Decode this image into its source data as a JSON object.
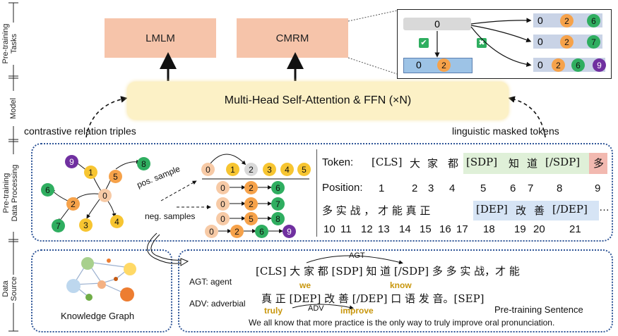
{
  "sections": {
    "tasks": "Pre-training\nTasks",
    "model": "Model",
    "processing": "Pre-training\nData Processing",
    "source": "Data\nSource"
  },
  "tasks": {
    "lmlm": "LMLM",
    "cmrm": "CMRM"
  },
  "model_label": "Multi-Head Self-Attention & FFN (×N)",
  "captions": {
    "left": "contrastive relation triples",
    "right": "linguistic masked tokens"
  },
  "inset": {
    "root": "0",
    "good": [
      "0",
      "2"
    ],
    "bad1": [
      "0",
      "2",
      "6"
    ],
    "bad2": [
      "0",
      "2",
      "7"
    ],
    "bad3": [
      "0",
      "2",
      "6",
      "9"
    ],
    "check": "✔",
    "cross": "✖"
  },
  "graph_nodes": [
    "9",
    "1",
    "5",
    "8",
    "0",
    "6",
    "2",
    "7",
    "3",
    "4"
  ],
  "samples": {
    "pos_label": "pos. sample",
    "neg_label": "neg. samples",
    "seq": [
      "0",
      "1",
      "2",
      "3",
      "4",
      "5"
    ],
    "pos": [
      "0",
      "2",
      "6"
    ],
    "neg1": [
      "0",
      "2",
      "7"
    ],
    "neg2": [
      "0",
      "5",
      "8"
    ],
    "neg3": [
      "0",
      "2",
      "6",
      "9"
    ]
  },
  "tokens": {
    "token_label": "Token:",
    "t_cls": "[CLS]",
    "t1": "大",
    "t2": "家",
    "t3": "都",
    "t_sdp": "[SDP]",
    "t4": "知",
    "t5": "道",
    "t_esdp": "[/SDP]",
    "t6": "多",
    "position_label": "Position:",
    "positions1": [
      "1",
      "2",
      "3",
      "4",
      "5",
      "6",
      "7",
      "8",
      "9"
    ],
    "row3": "多 实 战 ，  才  能  真  正",
    "t_dep": "[DEP]",
    "t7": "改",
    "t8": "善",
    "t_edep": "[/DEP]",
    "ellipsis": "…",
    "positions2": [
      "10",
      "11",
      "12",
      "13",
      "14",
      "15",
      "16",
      "17",
      "18",
      "19",
      "20",
      "21"
    ]
  },
  "kg_label": "Knowledge Graph",
  "sentence": {
    "line1": "[CLS] 大 家 都 [SDP]  知 道  [/SDP]  多 多 实 战，才 能",
    "line2": "真 正  [DEP]  改 善  [/DEP]  口 语 发 音。[SEP]",
    "agt_legend": "AGT: agent",
    "adv_legend": "ADV: adverbial",
    "agt_arc": "AGT",
    "adv_arc": "ADV",
    "we": "we",
    "know": "know",
    "truly": "truly",
    "improve": "improve",
    "title": "Pre-training Sentence",
    "translation": "We all know that more practice is the only way to truly improve oral pronunciation."
  },
  "colors": {
    "task": "#f6c4aa",
    "model": "#fcf1c6",
    "panel_border": "#2f5597",
    "green_node": "#2fae60",
    "orange_node": "#f6a24a",
    "yellow_node": "#f7c531",
    "purple_node": "#7030a0",
    "peach_node": "#f7caa6"
  }
}
